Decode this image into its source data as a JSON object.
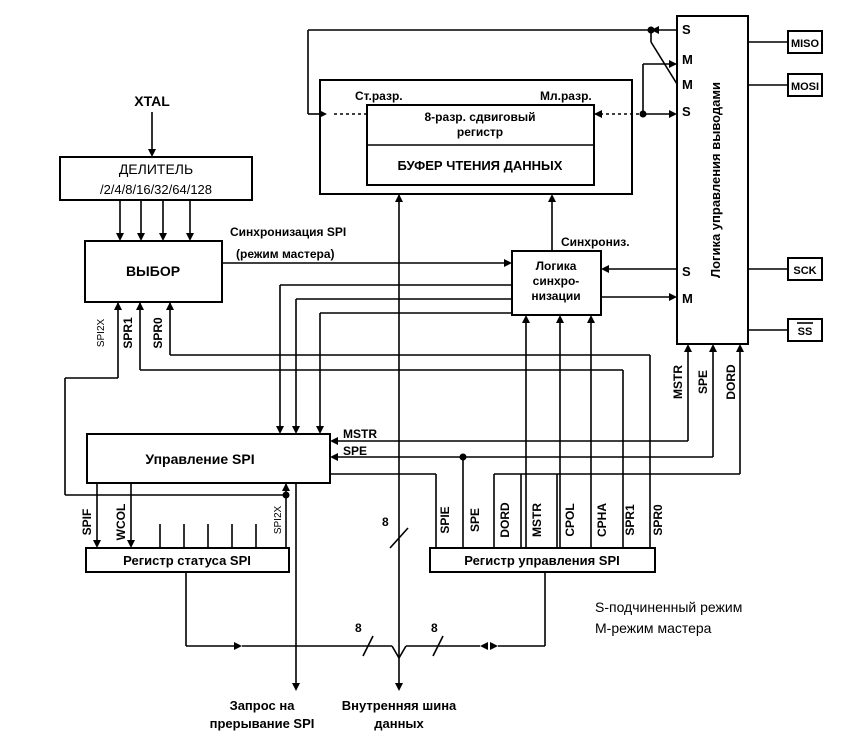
{
  "blocks": {
    "divider_title": "ДЕЛИТЕЛЬ",
    "divider_ratios": "/2/4/8/16/32/64/128",
    "select": "ВЫБОР",
    "shift_register_line1": "8-разр. сдвиговый",
    "shift_register_line2": "регистр",
    "read_buffer": "БУФЕР ЧТЕНИЯ ДАННЫХ",
    "sync_logic_line1": "Логика",
    "sync_logic_line2": "синхро-",
    "sync_logic_line3": "низации",
    "pin_logic": "Логика управления выводами",
    "spi_control": "Управление SPI",
    "status_register": "Регистр статуса SPI",
    "control_register": "Регистр управления SPI"
  },
  "labels": {
    "xtal": "XTAL",
    "msb": "Ст.разр.",
    "lsb": "Мл.разр.",
    "spi_sync": "Синхронизация SPI",
    "master_mode": "(режим мастера)",
    "sync_short": "Синхрониз.",
    "interrupt_line1": "Запрос на",
    "interrupt_line2": "прерывание SPI",
    "bus_line1": "Внутренняя шина",
    "bus_line2": "данных",
    "bus_width": "8"
  },
  "pins": [
    "MISO",
    "MOSI",
    "SCK",
    "SS"
  ],
  "pin_logic_ports": {
    "s": "S",
    "m": "M"
  },
  "signals": {
    "spi2x": "SPI2X",
    "spr1": "SPR1",
    "spr0": "SPR0",
    "mstr": "MSTR",
    "spe": "SPE",
    "dord": "DORD",
    "spif": "SPIF",
    "wcol": "WCOL"
  },
  "control_bits": [
    "SPIE",
    "SPE",
    "DORD",
    "MSTR",
    "CPOL",
    "CPHA",
    "SPR1",
    "SPR0"
  ],
  "legend": {
    "slave": "S-подчиненный режим",
    "master": "М-режим мастера"
  }
}
